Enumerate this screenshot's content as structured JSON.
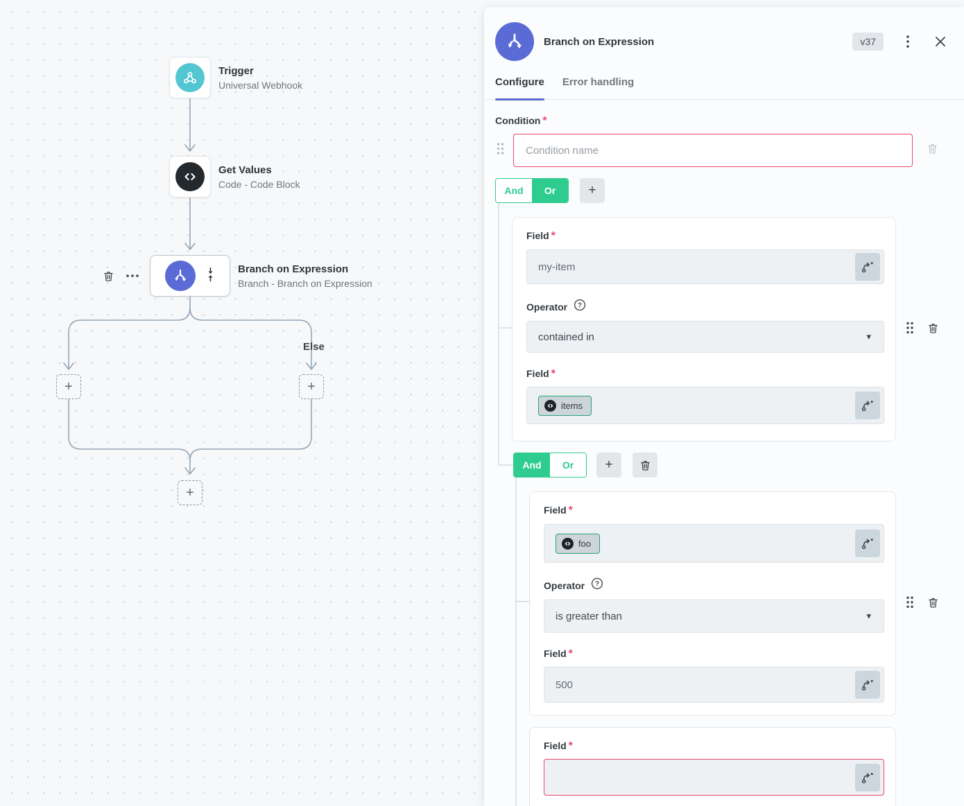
{
  "canvas": {
    "nodes": {
      "trigger": {
        "title": "Trigger",
        "subtitle": "Universal Webhook"
      },
      "get_values": {
        "title": "Get Values",
        "subtitle": "Code - Code Block"
      },
      "branch": {
        "title": "Branch on Expression",
        "subtitle": "Branch - Branch on Expression"
      }
    },
    "else_label": "Else"
  },
  "icons": {
    "plus": "+",
    "question": "?",
    "caret": "▾"
  },
  "panel": {
    "title": "Branch on Expression",
    "version": "v37",
    "tabs": [
      {
        "label": "Configure"
      },
      {
        "label": "Error handling"
      }
    ],
    "required_mark": "*",
    "condition": {
      "label": "Condition",
      "name_placeholder": "Condition name"
    },
    "toggle1": {
      "and": "And",
      "or": "Or",
      "selected": "Or"
    },
    "toggle2": {
      "and": "And",
      "or": "Or",
      "selected": "And"
    },
    "group1": {
      "field1_label": "Field",
      "field1_value": "my-item",
      "operator_label": "Operator",
      "operator_value": "contained in",
      "field2_label": "Field",
      "field2_chip": "items"
    },
    "group2": {
      "field1_label": "Field",
      "field1_chip": "foo",
      "operator_label": "Operator",
      "operator_value": "is greater than",
      "field2_label": "Field",
      "field2_value": "500"
    },
    "group3": {
      "field_label": "Field"
    }
  },
  "colors": {
    "accent_green": "#2ecc8e",
    "accent_indigo": "#5b6ad0",
    "error_red": "#e8476b",
    "branch_icon_bg": "#5b6bd5",
    "trigger_icon_bg": "#53c6d2",
    "code_icon_bg": "#24292e"
  }
}
